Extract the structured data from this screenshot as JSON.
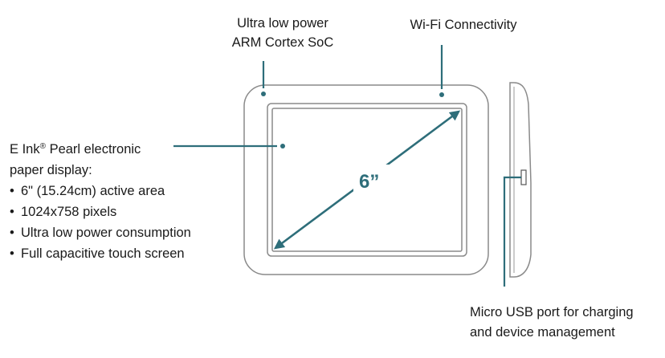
{
  "callouts": {
    "soc": {
      "line1": "Ultra low power",
      "line2": "ARM Cortex SoC"
    },
    "wifi": {
      "text": "Wi-Fi Connectivity"
    },
    "display": {
      "title_prefix": "E Ink",
      "title_mark": "®",
      "title_suffix": " Pearl electronic",
      "title_line2": "paper display:",
      "bullets": [
        "6\" (15.24cm) active area",
        "1024x758 pixels",
        "Ultra low power consumption",
        "Full capacitive touch screen"
      ]
    },
    "usb": {
      "line1": "Micro USB port for charging",
      "line2": "and device management"
    }
  },
  "diagonal_label": "6”",
  "colors": {
    "accent": "#2e6e7a",
    "outline": "#7a7a7a",
    "text": "#1a1a1a"
  }
}
